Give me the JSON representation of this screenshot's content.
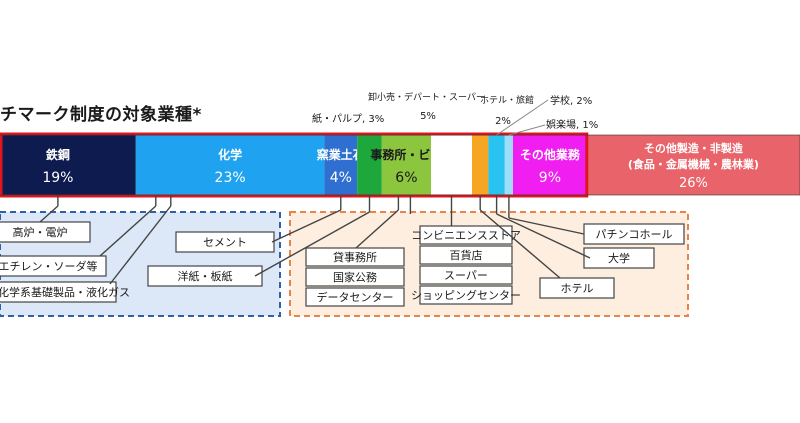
{
  "page": {
    "title": "チマーク制度の対象業種*"
  },
  "chart_data": {
    "type": "bar",
    "title": "チマーク制度の対象業種*",
    "orientation": "horizontal-stacked-100",
    "unit": "%",
    "segments": [
      {
        "label": "鉄鋼",
        "value": 19,
        "value_text": "19%",
        "color": "#0d1b4e",
        "text_color": "#ffffff"
      },
      {
        "label": "化学",
        "value": 23,
        "value_text": "23%",
        "color": "#1fa3f0",
        "text_color": "#ffffff"
      },
      {
        "label": "窯業土石",
        "value": 4,
        "value_text": "4%",
        "color": "#2e6fd0",
        "text_color": "#ffffff"
      },
      {
        "label": "紙・パルプ",
        "value": 3,
        "value_text": "",
        "color": "#1ea83c",
        "text_color": "#ffffff"
      },
      {
        "label": "事務所・ビル",
        "value": 6,
        "value_text": "6%",
        "color": "#8cc63f",
        "text_color": "#1a1a1a"
      },
      {
        "label": "卸小売・デパート・スーパー",
        "value": 5,
        "value_text": "",
        "color": "#ffffff",
        "text_color": "#1a1a1a"
      },
      {
        "label": "ホテル・旅館",
        "value": 2,
        "value_text": "",
        "color": "#f5a623",
        "text_color": "#1a1a1a"
      },
      {
        "label": "学校",
        "value": 2,
        "value_text": "",
        "color": "#29c3f2",
        "text_color": "#1a1a1a"
      },
      {
        "label": "娯楽場",
        "value": 1,
        "value_text": "",
        "color": "#9fdcf7",
        "text_color": "#1a1a1a"
      },
      {
        "label": "その他業務",
        "value": 9,
        "value_text": "9%",
        "color": "#f01ef0",
        "text_color": "#ffffff"
      },
      {
        "label": "その他製造・非製造\n(食品・金属機械・農林業)",
        "value": 26,
        "value_text": "26%",
        "color": "#e8636a",
        "text_color": "#ffffff"
      }
    ],
    "top_annotations": [
      {
        "text": "紙・パルプ, 3%"
      },
      {
        "text": "卸小売・デパート・スーパー"
      },
      {
        "text": "5%"
      },
      {
        "text": "ホテル・旅館"
      },
      {
        "text": "2%"
      },
      {
        "text": "学校, 2%"
      },
      {
        "text": "娯楽場, 1%"
      }
    ],
    "sub_boxes_left": [
      "高炉・電炉",
      "エチレン・ソーダ等",
      "石油化学系基礎製品・液化ガス",
      "セメント",
      "洋紙・板紙"
    ],
    "sub_boxes_mid": [
      "貸事務所",
      "国家公務",
      "データセンター",
      "コンビニエンスストア",
      "百貨店",
      "スーパー",
      "ショッピングセンター"
    ],
    "sub_boxes_right": [
      "ホテル",
      "パチンコホール",
      "大学"
    ],
    "colors": {
      "frame_red": "#e0161e",
      "left_group_fill": "#dce8f7",
      "left_group_border": "#3060a8",
      "mid_group_fill": "#fdeee0",
      "mid_group_border": "#e8834a"
    }
  }
}
